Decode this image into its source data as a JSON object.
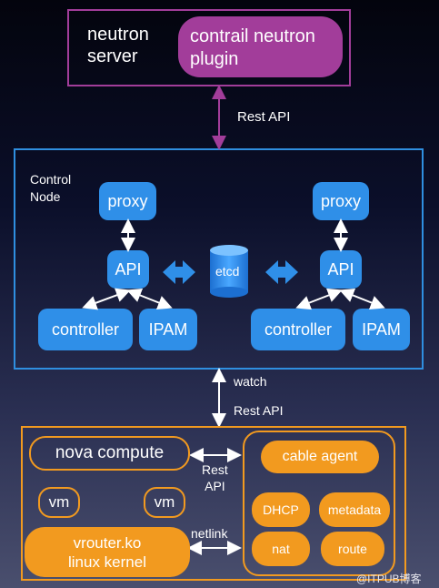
{
  "neutron": {
    "server_label": "neutron\nserver",
    "plugin_label": "contrail neutron\nplugin"
  },
  "links": {
    "rest_api_top": "Rest API",
    "watch": "watch",
    "rest_api_mid": "Rest API",
    "rest_api_bottom": "Rest\nAPI",
    "netlink": "netlink"
  },
  "control_node": {
    "title": "Control\nNode",
    "left": {
      "proxy": "proxy",
      "api": "API",
      "controller": "controller",
      "ipam": "IPAM"
    },
    "right": {
      "proxy": "proxy",
      "api": "API",
      "controller": "controller",
      "ipam": "IPAM"
    },
    "etcd": "etcd"
  },
  "compute": {
    "nova": "nova compute",
    "vm1": "vm",
    "vm2": "vm",
    "vrouter": "vrouter.ko\nlinux kernel",
    "cable_agent": "cable agent",
    "dhcp": "DHCP",
    "metadata": "metadata",
    "nat": "nat",
    "route": "route"
  },
  "watermark": "@ITPUB博客",
  "colors": {
    "purple": "#a23d9a",
    "blue": "#2f8fe8",
    "orange": "#f29a1f",
    "link": "#ffffff"
  }
}
